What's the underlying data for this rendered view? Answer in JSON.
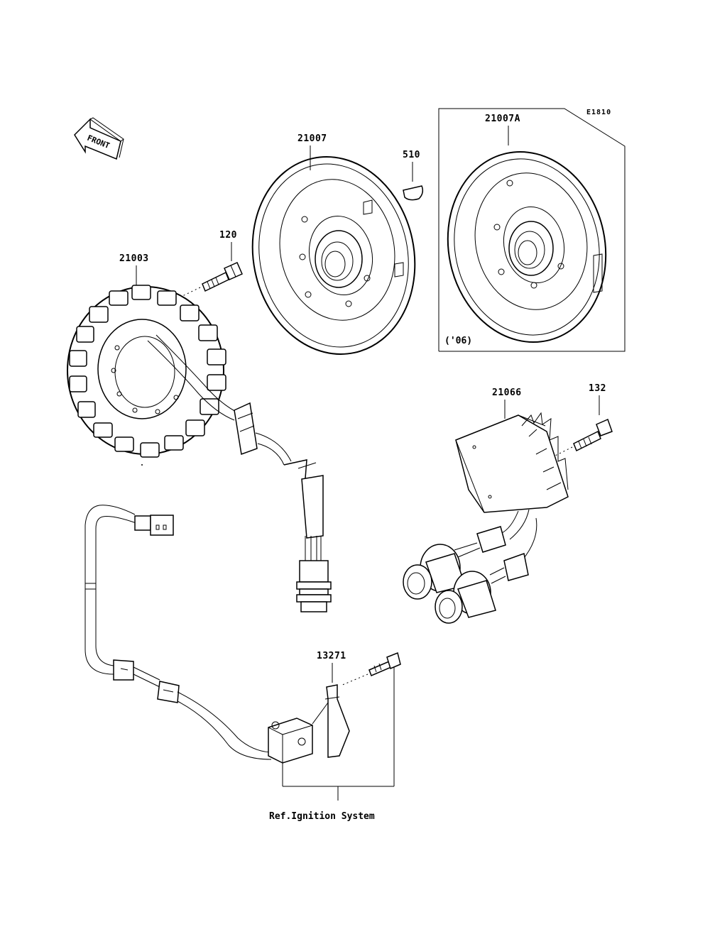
{
  "diagram_code": "E1810",
  "front_indicator": "FRONT",
  "callouts": [
    {
      "id": "21003",
      "part": "stator"
    },
    {
      "id": "120",
      "part": "bolt"
    },
    {
      "id": "21007",
      "part": "flywheel"
    },
    {
      "id": "510",
      "part": "woodruff-key"
    },
    {
      "id": "21007A",
      "part": "flywheel-alt"
    },
    {
      "id": "21066",
      "part": "regulator-rectifier"
    },
    {
      "id": "132",
      "part": "bolt"
    },
    {
      "id": "13271",
      "part": "bracket"
    }
  ],
  "variant_note": "('06)",
  "reference": "Ref.Ignition System"
}
